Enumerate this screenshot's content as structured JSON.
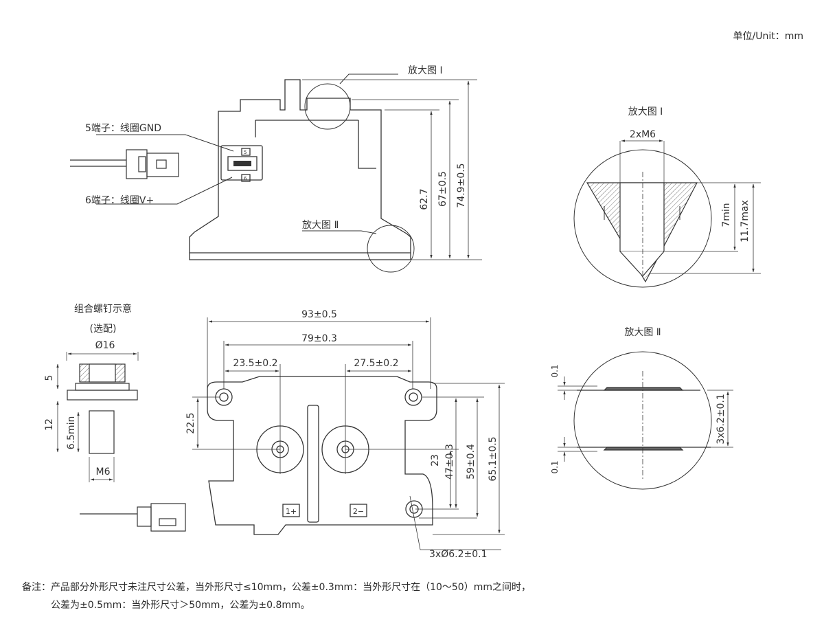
{
  "unit_label": "单位/Unit：mm",
  "side_view": {
    "callout_detail1": "放大图 Ⅰ",
    "callout_detail2": "放大图 Ⅱ",
    "pin5_label": "5端子：线圈GND",
    "pin6_label": "6端子：线圈V+",
    "pin5_mark": "5",
    "pin6_mark": "6",
    "dim_height_body": "62.7",
    "dim_height_terminal": "67±0.5",
    "dim_height_total": "74.9±0.5"
  },
  "detail1": {
    "title": "放大图 Ⅰ",
    "thread": "2xM6",
    "dim_thread_depth": "7min",
    "dim_hole_depth": "11.7max"
  },
  "screw_view": {
    "title": "组合螺钉示意",
    "subtitle": "(选配)",
    "dim_diameter": "Ø16",
    "dim_head": "5",
    "dim_length": "12",
    "dim_thread_min": "6.5min",
    "dim_thread": "M6"
  },
  "top_view": {
    "dim_width_total": "93±0.5",
    "dim_mount_pitch": "79±0.3",
    "dim_left_offset": "23.5±0.2",
    "dim_right_offset": "27.5±0.2",
    "dim_left_vertical": "22.5",
    "dim_v23": "23",
    "dim_v47": "47±0.3",
    "dim_v59": "59±0.4",
    "dim_v65": "65.1±0.5",
    "dim_holes": "3xØ6.2±0.1",
    "terminal1": "1+",
    "terminal2": "2−"
  },
  "detail2": {
    "title": "放大图 Ⅱ",
    "dim_top": "0.1",
    "dim_bottom": "0.1",
    "dim_hole": "3x6.2±0.1"
  },
  "notes": {
    "line1": "备注：产品部分外形尺寸未注尺寸公差，当外形尺寸≤10mm，公差±0.3mm：当外形尺寸在（10～50）mm之间时，",
    "line2": "公差为±0.5mm：当外形尺寸＞50mm，公差为±0.8mm。"
  }
}
